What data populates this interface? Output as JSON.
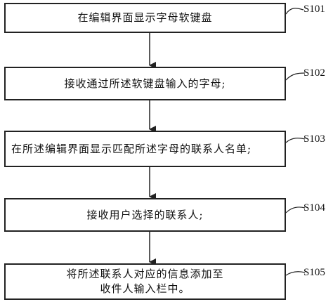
{
  "steps": [
    {
      "id": "S101",
      "text": "在编辑界面显示字母软键盘"
    },
    {
      "id": "S102",
      "text": "接收通过所述软键盘输入的字母;"
    },
    {
      "id": "S103",
      "text": "在所述编辑界面显示匹配所述字母的联系人名单;"
    },
    {
      "id": "S104",
      "text": "接收用户选择的联系人;"
    },
    {
      "id": "S105",
      "text": "将所述联系人对应的信息添加至收件人输入栏中。"
    }
  ],
  "colors": {
    "stroke": "#222222",
    "text": "#111111"
  }
}
